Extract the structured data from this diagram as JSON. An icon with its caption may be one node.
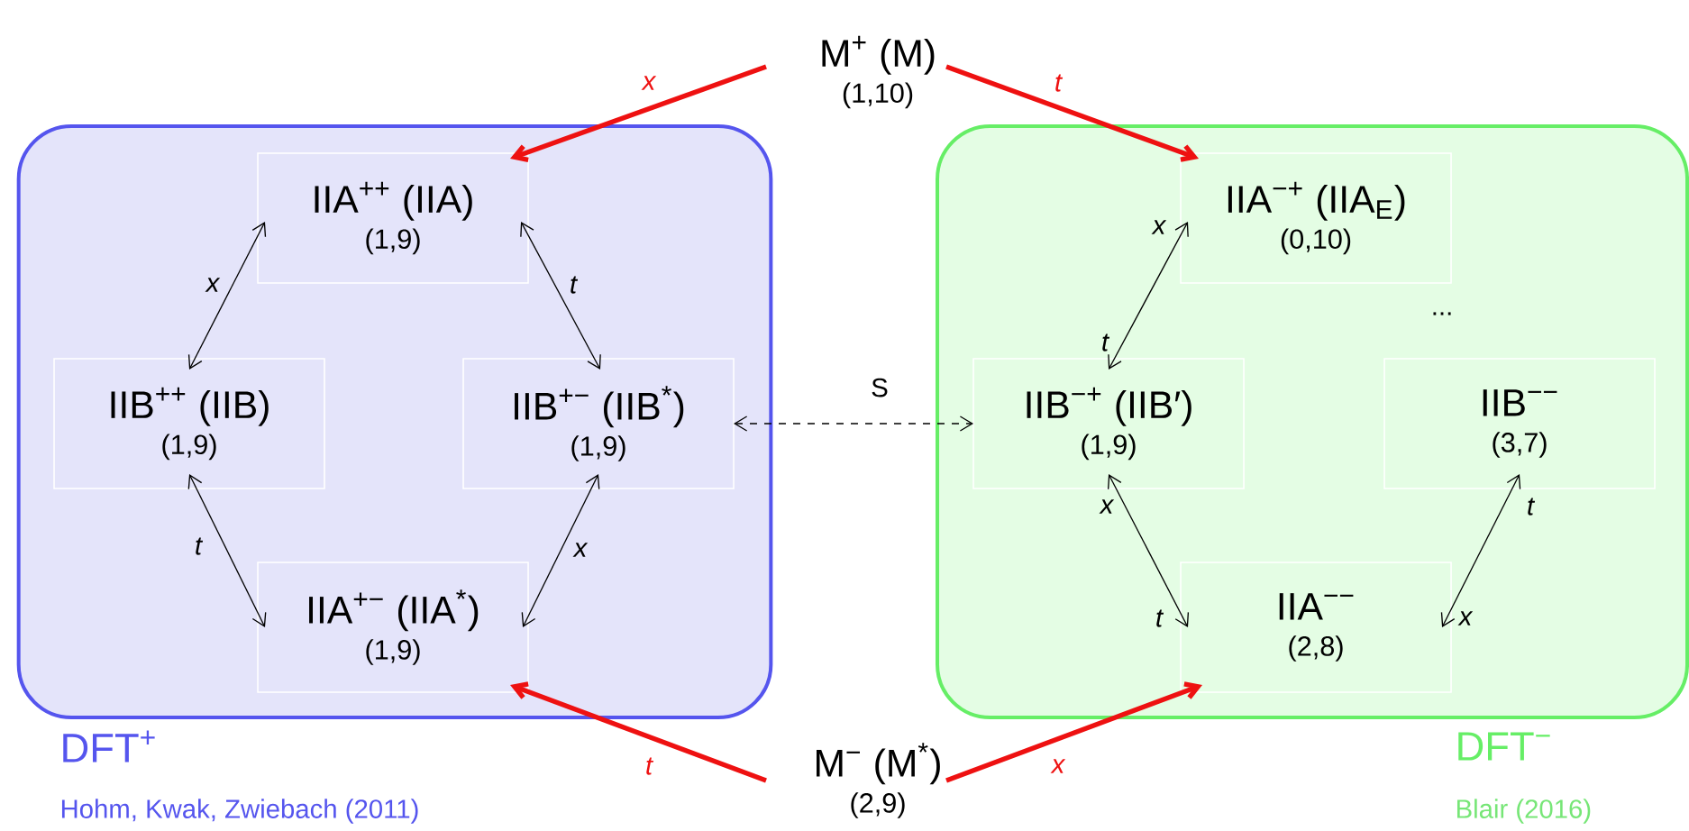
{
  "diagram": {
    "nodes": [
      {
        "text": [
          "DFT$^{+}$",
          "Hohm, Kwak, Zwiebach (2011)"
        ]
      },
      {
        "text": [
          "IIA$^{++}$ (IIA)",
          "(1,9)"
        ],
        "in": 0
      },
      {
        "text": [
          "IIB$^{++}$ (IIB)",
          "(1,9)"
        ],
        "in": 0
      },
      {
        "text": [
          "IIB$^{+−}$ (IIB$^{*}$)",
          "(1,9)"
        ],
        "in": 0
      },
      {
        "text": [
          "IIA$^{+−}$ (IIA$^{*}$)",
          "(1,9)"
        ],
        "in": 0
      },
      {
        "text": [
          "DFT$^{−}$",
          "Blair (2016)"
        ]
      },
      {
        "text": [
          "IIA$^{−+}$ (IIA$_{E}$)",
          "(0,10)"
        ],
        "in": 5
      },
      {
        "text": [
          "IIB$^{−+}$ (IIB′)",
          "(1,9)"
        ],
        "in": 5
      },
      {
        "text": [
          "IIB$^{−−}$",
          "(3,7)"
        ],
        "in": 5
      },
      {
        "text": [
          "IIA$^{−−}$",
          "(2,8)"
        ],
        "in": 5
      },
      {
        "text": [
          "M$^{+}$ (M)",
          "(1,10)"
        ]
      },
      {
        "text": [
          "M$^{−}$ (M$^{*}$)",
          "(2,9)"
        ]
      }
    ],
    "edges": [
      {
        "from": 10,
        "to": 1,
        "arrow": "to",
        "label": "x",
        "style": "thick",
        "color": "#ee1111"
      },
      {
        "from": 10,
        "to": 6,
        "arrow": "to",
        "label": "t",
        "style": "thick",
        "color": "#ee1111"
      },
      {
        "from": 11,
        "to": 4,
        "arrow": "to",
        "label": "t",
        "style": "thick",
        "color": "#ee1111"
      },
      {
        "from": 11,
        "to": 9,
        "arrow": "to",
        "label": "x",
        "style": "thick",
        "color": "#ee1111"
      },
      {
        "from": 1,
        "to": 2,
        "arrow": "both",
        "label": "x"
      },
      {
        "from": 1,
        "to": 3,
        "arrow": "both",
        "label": "t"
      },
      {
        "from": 2,
        "to": 4,
        "arrow": "both",
        "label": "t"
      },
      {
        "from": 3,
        "to": 4,
        "arrow": "both",
        "label": "x"
      },
      {
        "from": 3,
        "to": 7,
        "arrow": "both",
        "label": "S",
        "style": "dashed"
      },
      {
        "from": 6,
        "to": 7,
        "arrow": "both",
        "label": "x"
      },
      {
        "from": 7,
        "to": 9,
        "arrow": "both",
        "label": "x"
      },
      {
        "from": 8,
        "to": 9,
        "arrow": "both",
        "label": "t"
      }
    ],
    "labels": [
      "...",
      "t",
      "t",
      "x"
    ]
  }
}
